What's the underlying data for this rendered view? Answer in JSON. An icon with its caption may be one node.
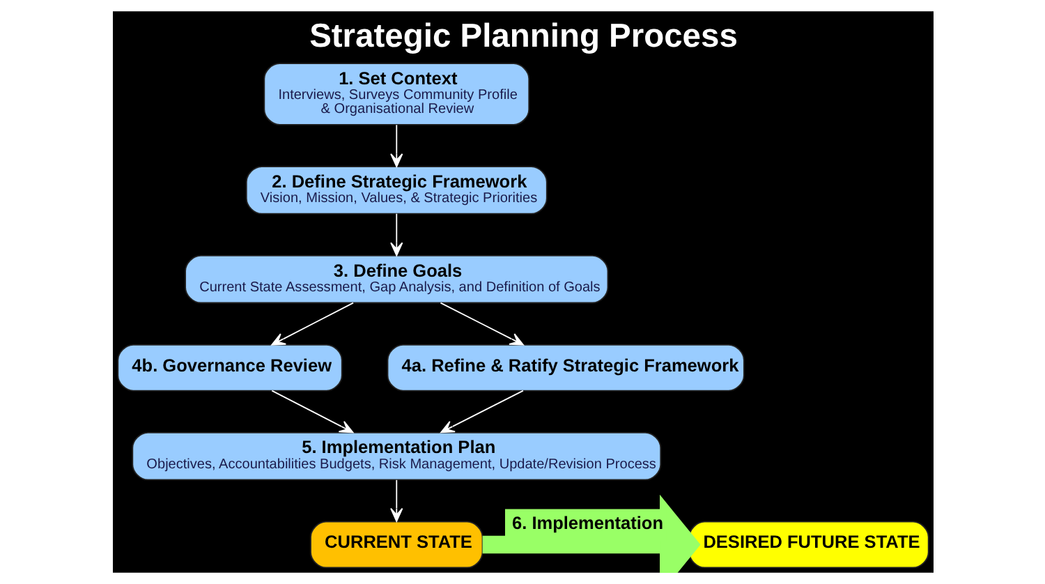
{
  "diagram": {
    "title": "Strategic Planning Process",
    "nodes": [
      {
        "text": [
          "CURRENT STATE"
        ]
      },
      {
        "text": [
          "DESIRED FUTURE STATE"
        ]
      },
      {
        "text": [
          "1. Set Context",
          "Interviews, Surveys Community Profile",
          "& Organisational Review"
        ]
      },
      {
        "text": [
          "2. Define Strategic Framework",
          "Vision, Mission, Values, & Strategic Priorities"
        ]
      },
      {
        "text": [
          "3. Define Goals",
          "Current State Assessment, Gap Analysis, and Definition of Goals"
        ]
      },
      {
        "text": [
          "4b. Governance Review"
        ]
      },
      {
        "text": [
          "4a. Refine & Ratify Strategic Framework"
        ]
      },
      {
        "text": [
          "5. Implementation Plan",
          "Objectives, Accountabilities Budgets, Risk Management, Update/Revision Process"
        ]
      }
    ],
    "edges": [
      {
        "from": 0,
        "to": 1,
        "arrow": "to",
        "label": "6. Implementation",
        "style": "thick",
        "color": "#99ff66"
      },
      {
        "from": 2,
        "to": 3,
        "arrow": "to"
      },
      {
        "from": 3,
        "to": 4,
        "arrow": "to"
      },
      {
        "from": 4,
        "to": 5,
        "arrow": "to"
      },
      {
        "from": 4,
        "to": 6,
        "arrow": "to"
      },
      {
        "from": 6,
        "to": 7,
        "arrow": "to"
      },
      {
        "from": 5,
        "to": 7,
        "arrow": "to"
      },
      {
        "from": 7,
        "to": 0,
        "arrow": "to"
      }
    ]
  }
}
